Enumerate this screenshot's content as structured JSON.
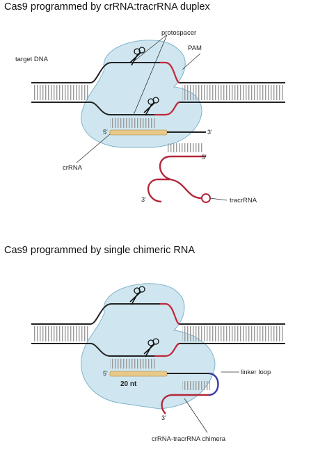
{
  "panel_top": {
    "title": "Cas9 programmed by crRNA:tracrRNA duplex",
    "label_protospacer": "protospacer",
    "label_pam": "PAM",
    "label_target_dna": "target DNA",
    "label_crrna": "crRNA",
    "label_tracrrna": "tracrRNA",
    "label_5prime_a": "5'",
    "label_3prime_a": "3'",
    "label_5prime_b": "5'",
    "label_3prime_b": "3'"
  },
  "panel_bottom": {
    "title": "Cas9 programmed by single chimeric RNA",
    "label_linker_loop": "linker loop",
    "label_20nt": "20 nt",
    "label_chimera": "crRNA-tracrRNA chimera",
    "label_5prime": "5'",
    "label_3prime": "3'"
  },
  "colors": {
    "cas9_fill": "#cfe6f0",
    "cas9_stroke": "#7fb3c9",
    "dna": "#222222",
    "pam": "#c0283a",
    "crrna": "#e8c98a",
    "tracrrna": "#b3283a",
    "linker": "#3a3aa0"
  }
}
